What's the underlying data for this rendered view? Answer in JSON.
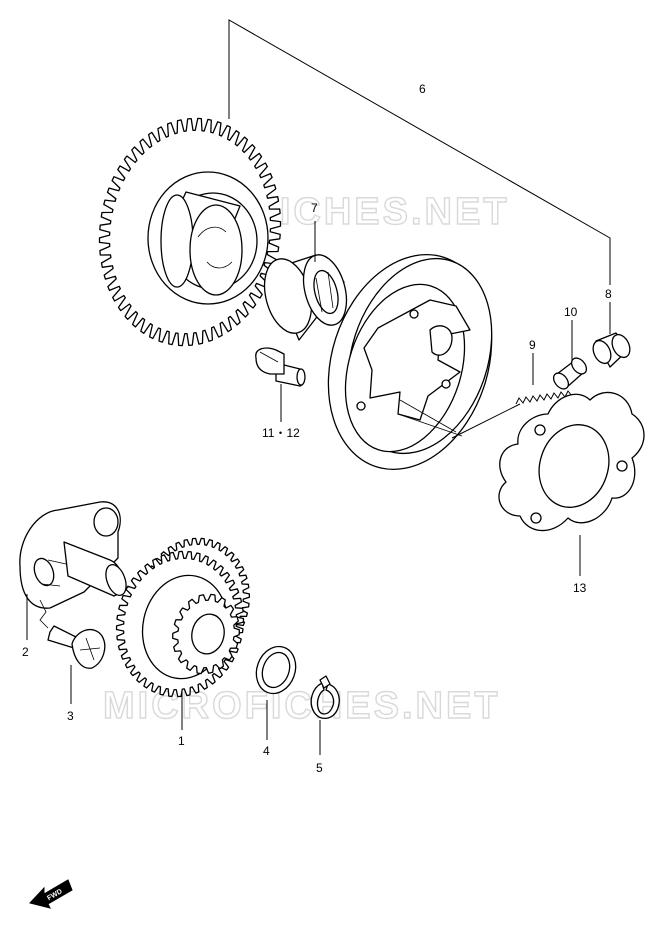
{
  "watermark_text": "MICROFICHES.NET",
  "direction_marker_text": "FWD",
  "part_labels": {
    "p1": "1",
    "p2": "2",
    "p3": "3",
    "p4": "4",
    "p5": "5",
    "p6": "6",
    "p7": "7",
    "p8": "8",
    "p9": "9",
    "p10": "10",
    "p11_12": "11・12",
    "p13": "13"
  },
  "colors": {
    "line": "#000000",
    "background": "#ffffff",
    "watermark": "#d9d9d9"
  }
}
